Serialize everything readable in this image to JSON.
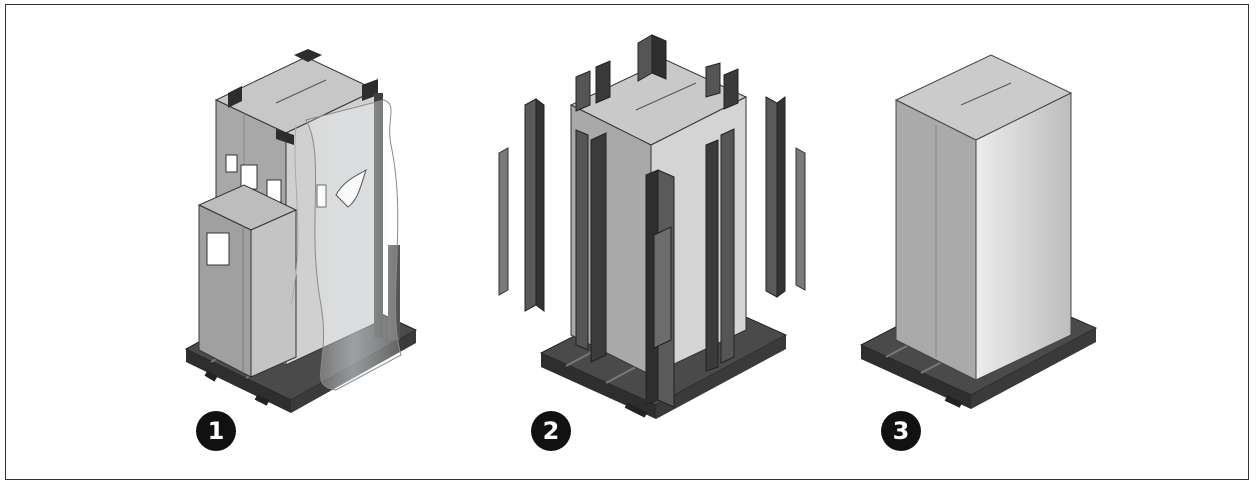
{
  "steps": [
    {
      "number": "1"
    },
    {
      "number": "2"
    },
    {
      "number": "3"
    }
  ],
  "colors": {
    "box_top": "#c9c9c9",
    "box_left": "#a9a9a9",
    "box_right": "#d2d2d2",
    "corner_post": "#6e6e6e",
    "corner_post_dark": "#3c3c3c",
    "pallet": "#474747",
    "pallet_dark": "#2b2b2b",
    "film": "#e8eef2",
    "badge": "#111111"
  }
}
